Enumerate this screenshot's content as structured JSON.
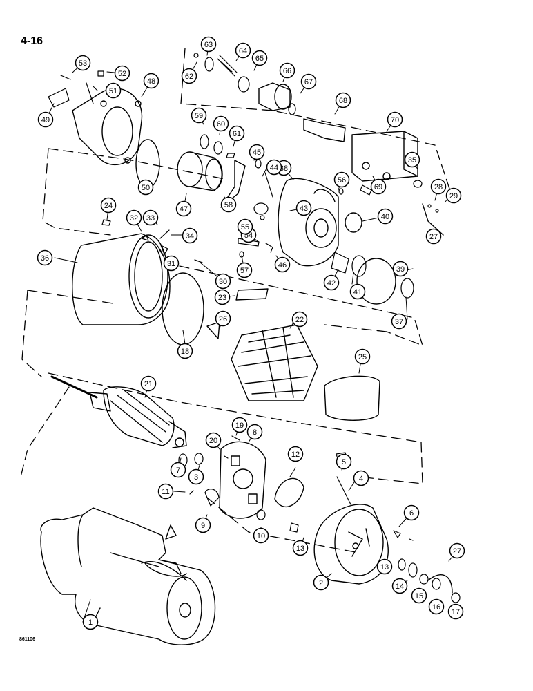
{
  "page": {
    "number": "4-16",
    "code": "861106"
  },
  "callouts": [
    "1",
    "2",
    "3",
    "4",
    "5",
    "6",
    "7",
    "8",
    "9",
    "10",
    "11",
    "12",
    "13",
    "13",
    "14",
    "15",
    "16",
    "17",
    "18",
    "19",
    "20",
    "21",
    "22",
    "23",
    "24",
    "25",
    "26",
    "27",
    "27",
    "28",
    "29",
    "30",
    "31",
    "32",
    "33",
    "34",
    "35",
    "36",
    "37",
    "38",
    "39",
    "40",
    "41",
    "42",
    "43",
    "44",
    "45",
    "46",
    "47",
    "48",
    "49",
    "50",
    "51",
    "52",
    "53",
    "54",
    "55",
    "56",
    "57",
    "58",
    "59",
    "60",
    "61",
    "62",
    "63",
    "64",
    "65",
    "66",
    "67",
    "68",
    "69",
    "70"
  ]
}
